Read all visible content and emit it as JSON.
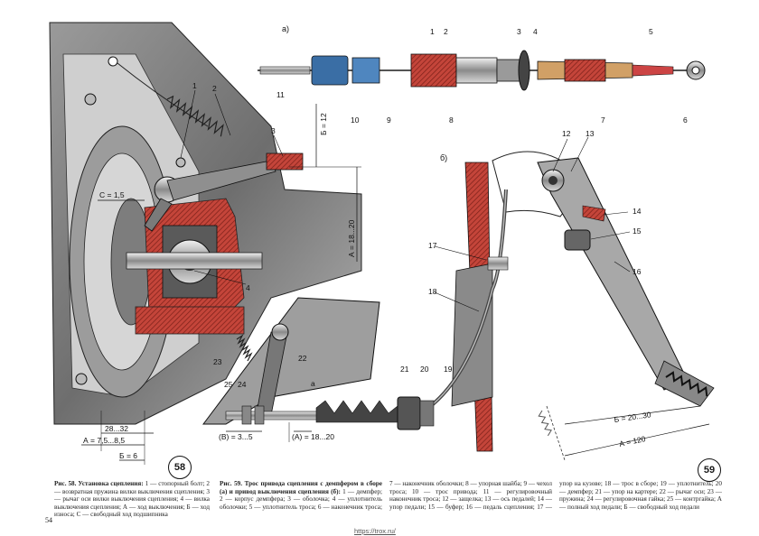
{
  "callouts": {
    "n1": "1",
    "n2": "2",
    "n3": "3",
    "n4": "4",
    "n5": "5",
    "n6": "6",
    "n7": "7",
    "n8": "8",
    "n9": "9",
    "n10": "10",
    "n11": "11",
    "n12": "12",
    "n13": "13",
    "n14": "14",
    "n15": "15",
    "n16": "16",
    "n17": "17",
    "n18": "18",
    "n19": "19",
    "n20": "20",
    "n21": "21",
    "n22": "22",
    "n23": "23",
    "n24": "24",
    "n25": "25",
    "na": "a"
  },
  "dims": {
    "c": "С = 1,5",
    "b12": "Б = 12",
    "a_range": "А = 18...20",
    "d28": "28...32",
    "a758": "А = 7,5...8,5",
    "b6": "Б = 6",
    "v": "(В) = 3...5",
    "a1820": "(А) = 18...20",
    "b2030": "Б = 20...30",
    "a120": "А = 120"
  },
  "subfig": {
    "a": "а)",
    "b": "б)"
  },
  "fig_numbers": {
    "f58": "58",
    "f59": "59"
  },
  "caption58": {
    "title": "Рис. 58. Установка сцепления:",
    "body": "1 — стопорный болт; 2 — возвратная пружина вилки выключения сцепления; 3 — рычаг оси вилки выключения сцепления; 4 — вилка выключения сцепления; А — ход выключения; Б — ход износа; С — свободный ход подшипника"
  },
  "caption59": {
    "title": "Рис. 59. Трос привода сцепления с демпфером в сборе (а) и привод выключения сцепления (б):",
    "body": "1 — демпфер; 2 — корпус демпфера; 3 — оболочка; 4 — уплотнитель оболочки; 5 — уплотнитель троса; 6 — наконечник троса; 7 — наконечник оболочки; 8 — упорная шайба; 9 — чехол троса; 10 — трос привода; 11 — регулировочный наконечник троса; 12 — защелка; 13 — ось педалей; 14 — упор педали; 15 — буфер; 16 — педаль сцепления; 17 — упор на кузове; 18 — трос в сборе; 19 — уплотнитель; 20 — демпфер; 21 — упор на картере; 22 — рычаг оси; 23 — пружина; 24 — регулировочная гайка; 25 — контргайка; А — полный ход педали; Б — свободный ход педали"
  },
  "page_number": "54",
  "url": "https://trox.ru/"
}
